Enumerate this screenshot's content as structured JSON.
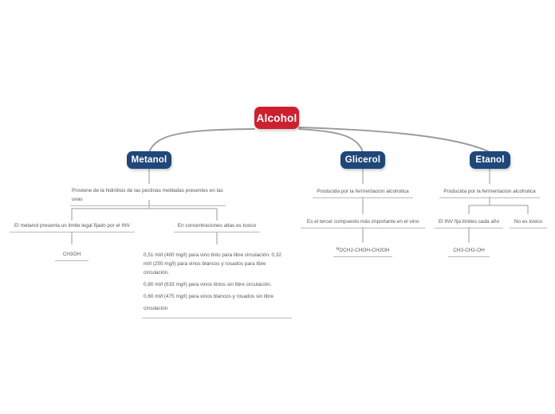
{
  "diagram": {
    "type": "mind-map",
    "title": "Alcohol",
    "colors": {
      "root_fill": "#cc2031",
      "level1_fill": "#1f4779",
      "node_text": "#ffffff",
      "leaf_text": "#58585a",
      "edge": "#9a9a9c",
      "underline": "#b9b9bb",
      "background": "#ffffff"
    },
    "root": {
      "label": "Alcohol"
    },
    "branches": [
      {
        "id": "metanol",
        "label": "Metanol",
        "children": [
          {
            "id": "metanol-origen",
            "label": "Proviene de la hidrólisis de las pectinas metiladas presentes en las uvas",
            "children": [
              {
                "id": "metanol-limite",
                "label": "El metanol presenta un limite legal fijado por el INV",
                "children": [
                  {
                    "id": "metanol-formula",
                    "label": "CH3OH"
                  }
                ]
              },
              {
                "id": "metanol-toxico",
                "label": "En concentraciones altas es toxico",
                "children": [
                  {
                    "id": "metanol-limites-detalle",
                    "lines": [
                      "0,51 ml/l (400 mg/l) para vino tinto para libre circulación. 0,32 ml/l (250 mg/l) para vinos blancos y rosados para libre circulación.",
                      "0,80 ml/l (633 mg/l) para vinos tintos sin libre circulación.",
                      "0,60 ml/l (475 mg/l) para vinos blancos y rosados sin libre",
                      "circulación"
                    ]
                  }
                ]
              }
            ]
          }
        ]
      },
      {
        "id": "glicerol",
        "label": "Glicerol",
        "children": [
          {
            "id": "glicerol-origen",
            "label": "Producida por la fermentacion alcoholica",
            "children": [
              {
                "id": "glicerol-importancia",
                "label": "Es el tercer compuesto más importante en el vino",
                "children": [
                  {
                    "id": "glicerol-formula",
                    "prefix": "H",
                    "label": "OCH2-CHOH-CH2OH"
                  }
                ]
              }
            ]
          }
        ]
      },
      {
        "id": "etanol",
        "label": "Etanol",
        "children": [
          {
            "id": "etanol-origen",
            "label": "Producida por la fermentacion alcoholica",
            "children": [
              {
                "id": "etanol-inv",
                "label": "El INV fija limites cada año",
                "children": [
                  {
                    "id": "etanol-formula",
                    "label": "CH3-CH2-OH"
                  }
                ]
              },
              {
                "id": "etanol-no-toxico",
                "label": "No es toxico"
              }
            ]
          }
        ]
      }
    ]
  }
}
